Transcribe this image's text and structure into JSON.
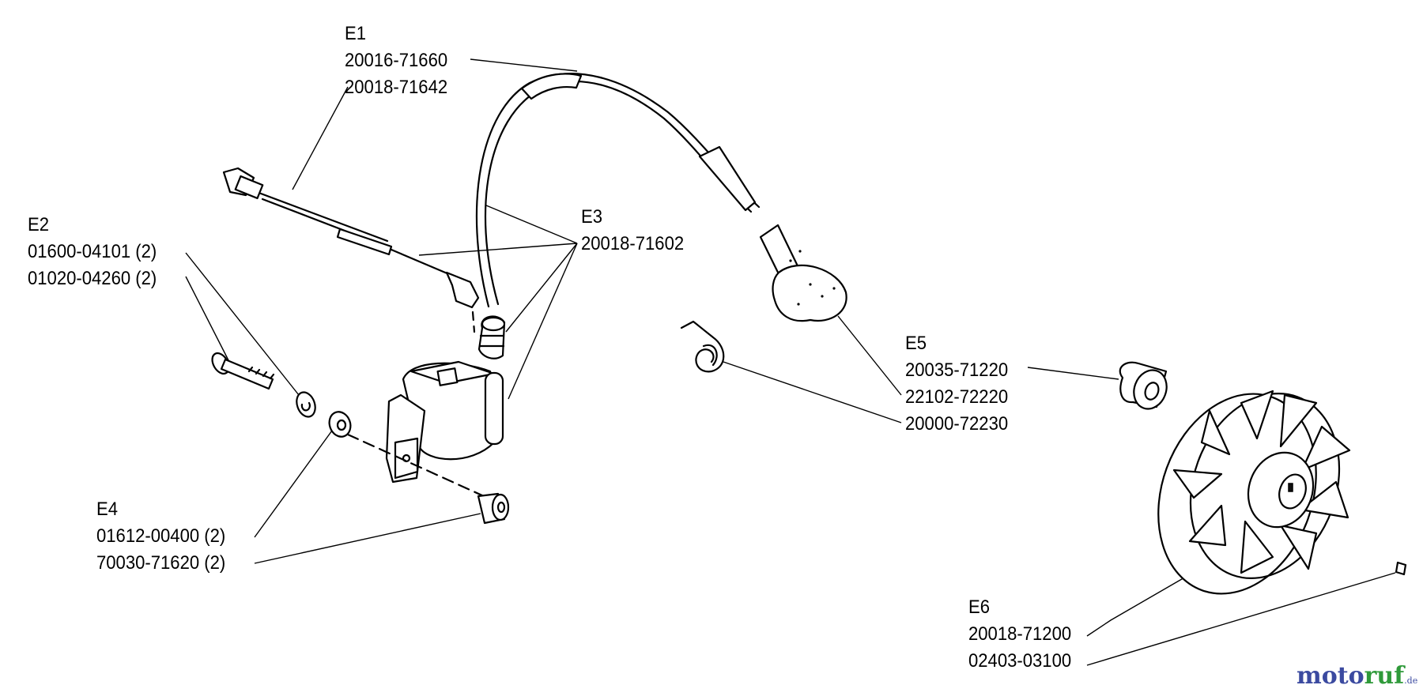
{
  "callouts": {
    "e1": {
      "id": "E1",
      "parts": [
        "20016-71660",
        "20018-71642"
      ]
    },
    "e2": {
      "id": "E2",
      "parts": [
        "01600-04101 (2)",
        "01020-04260 (2)"
      ]
    },
    "e3": {
      "id": "E3",
      "parts": [
        "20018-71602"
      ]
    },
    "e4": {
      "id": "E4",
      "parts": [
        "01612-00400 (2)",
        "70030-71620 (2)"
      ]
    },
    "e5": {
      "id": "E5",
      "parts": [
        "20035-71220",
        "22102-72220",
        "20000-72230"
      ]
    },
    "e6": {
      "id": "E6",
      "parts": [
        "20018-71200",
        "02403-03100"
      ]
    }
  },
  "watermark": {
    "brand_a": "moto",
    "brand_b": "ruf",
    "tld": ".de"
  },
  "colors": {
    "ink": "#000000",
    "background": "#ffffff",
    "brand_blue": "#3b4aa0",
    "brand_green": "#2f9a3a"
  }
}
